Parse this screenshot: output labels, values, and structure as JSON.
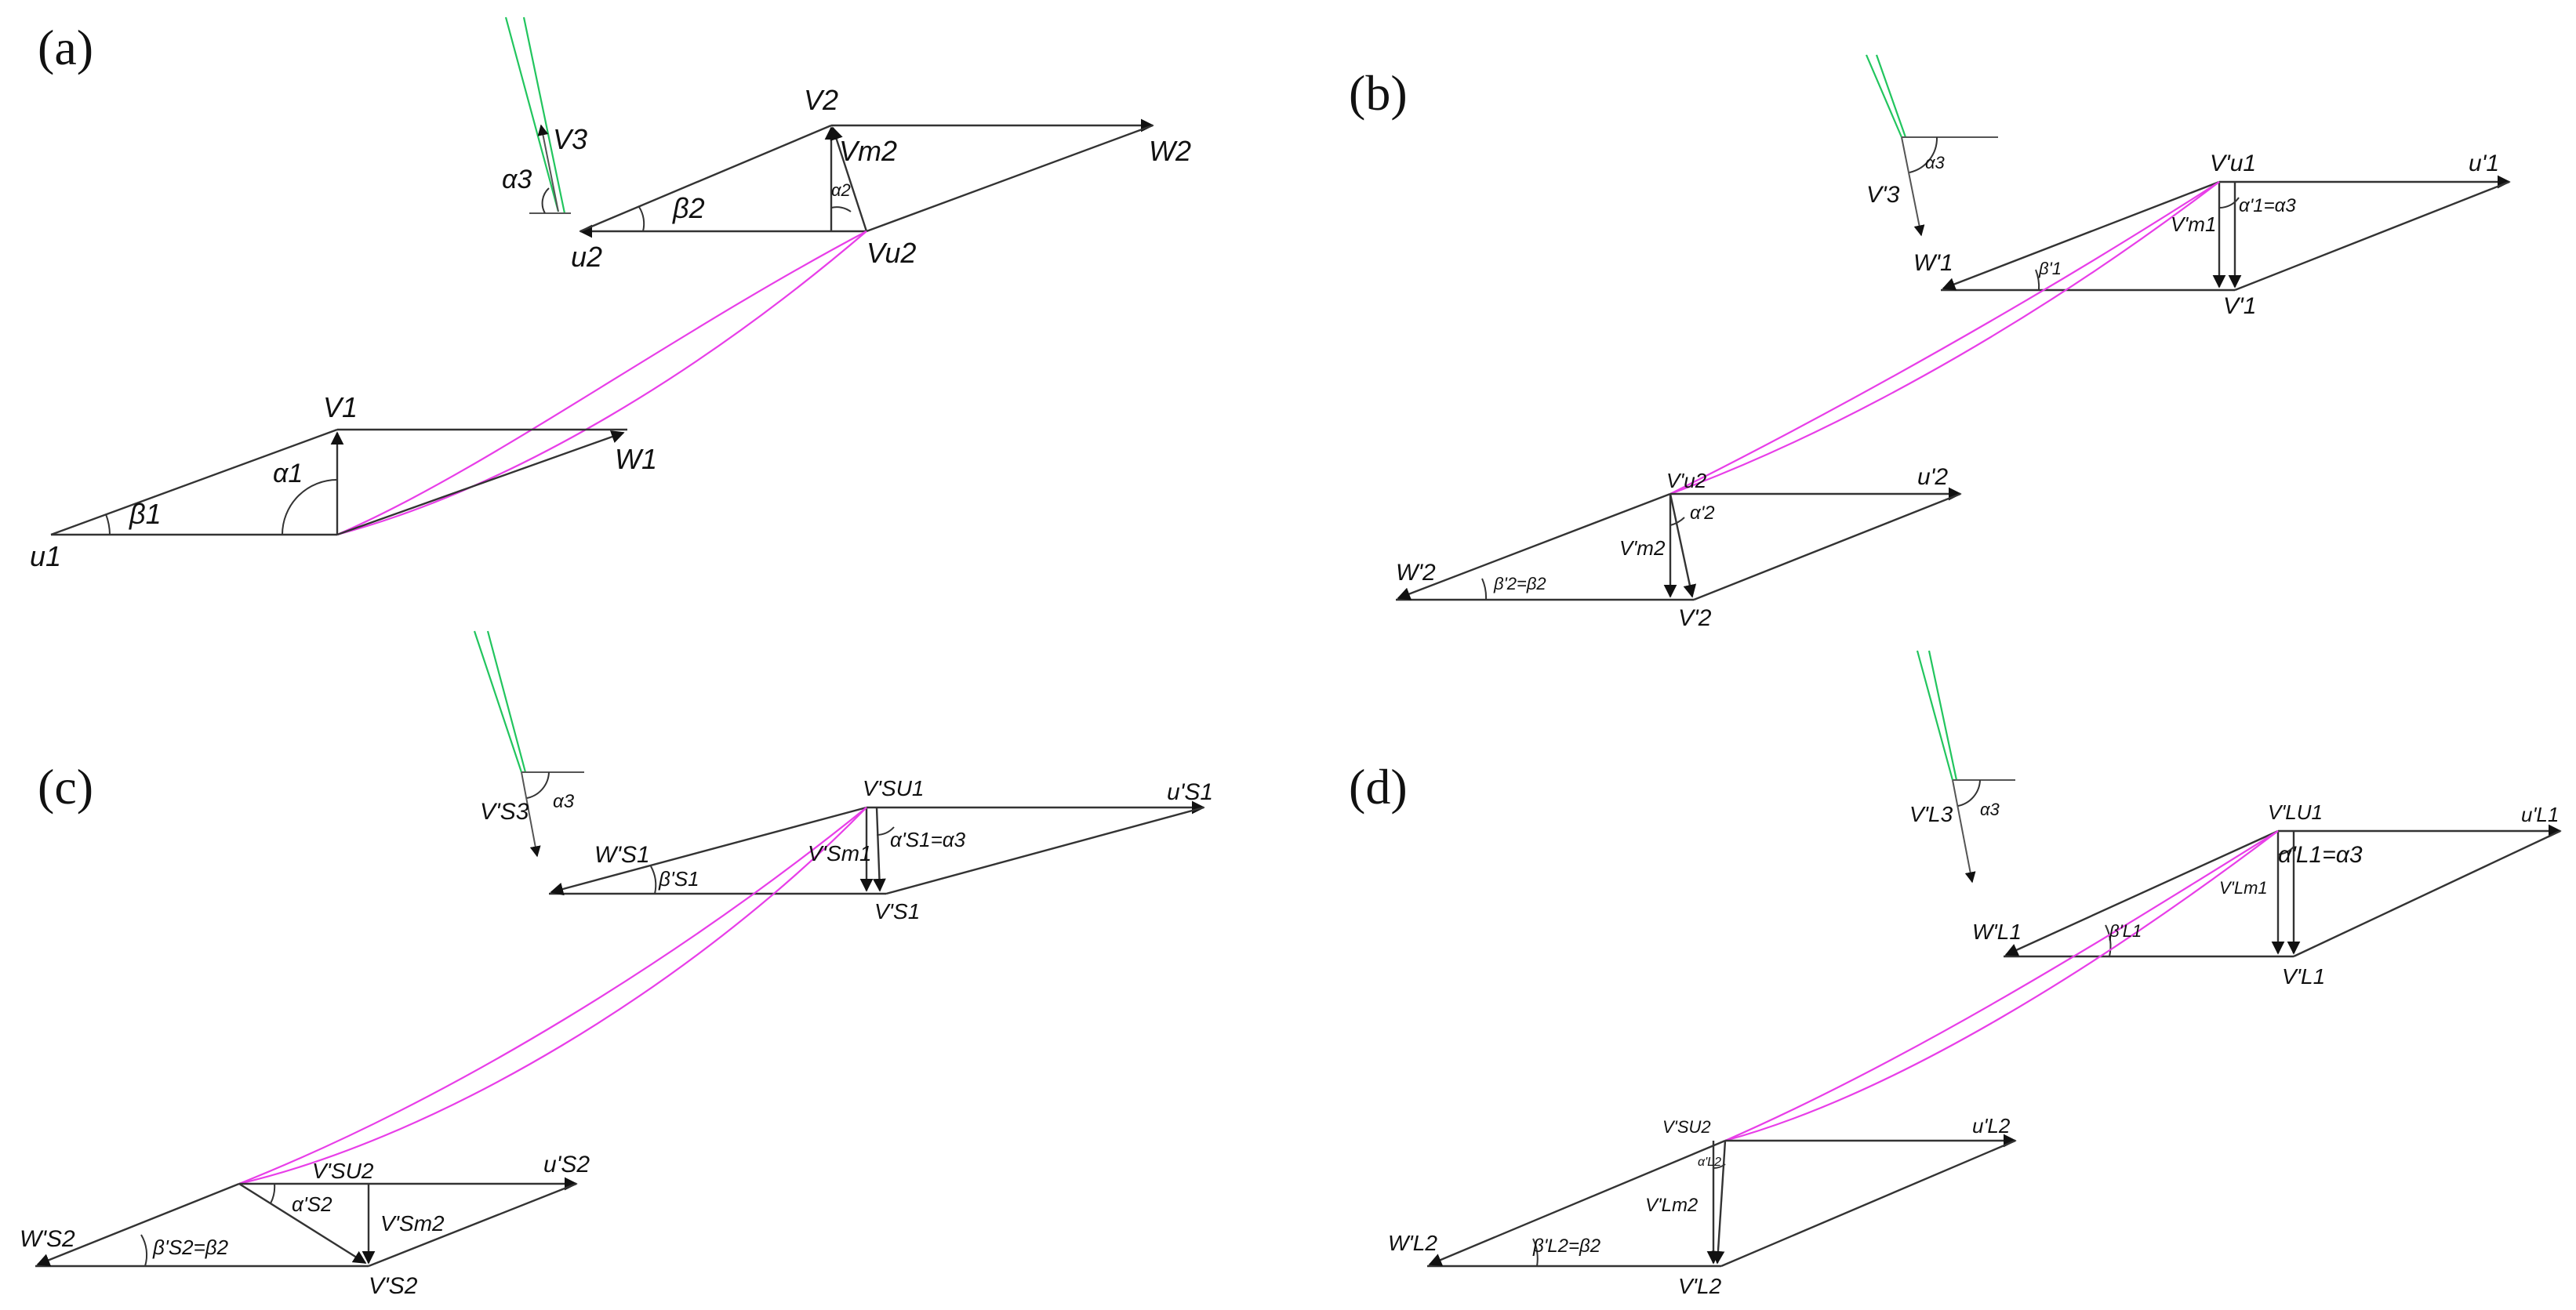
{
  "figure": {
    "panels": [
      {
        "id": "a",
        "tag": "(a)",
        "labels": [
          "V2",
          "Vm2",
          "W2",
          "V3",
          "α3",
          "β2",
          "α2",
          "u2",
          "Vu2",
          "V1",
          "W1",
          "α1",
          "β1",
          "u1"
        ]
      },
      {
        "id": "b",
        "tag": "(b)",
        "labels": [
          "V'3",
          "α3",
          "V'u1",
          "u'1",
          "V'm1",
          "α'1=α3",
          "W'1",
          "β'1",
          "V'1",
          "V'u2",
          "u'2",
          "α'2",
          "V'm2",
          "W'2",
          "β'2=β2",
          "V'2"
        ]
      },
      {
        "id": "c",
        "tag": "(c)",
        "labels": [
          "V'S3",
          "α3",
          "V'SU1",
          "u'S1",
          "W'S1",
          "β'S1",
          "V'Sm1",
          "α'S1=α3",
          "V'S1",
          "V'SU2",
          "u'S2",
          "α'S2",
          "V'Sm2",
          "W'S2",
          "β'S2=β2",
          "V'S2"
        ]
      },
      {
        "id": "d",
        "tag": "(d)",
        "labels": [
          "V'L3",
          "α3",
          "V'LU1",
          "u'L1",
          "α'L1=α3",
          "W'L1",
          "β'L1",
          "V'Lm1",
          "V'L1",
          "V'SU2",
          "u'L2",
          "α'L2",
          "V'Lm2",
          "W'L2",
          "β'L2=β2",
          "V'L2"
        ]
      }
    ]
  },
  "colors": {
    "lines": "#333333",
    "blade_profile": "#e83ee8",
    "guide_vane": "#22c55e",
    "background": "#ffffff"
  }
}
